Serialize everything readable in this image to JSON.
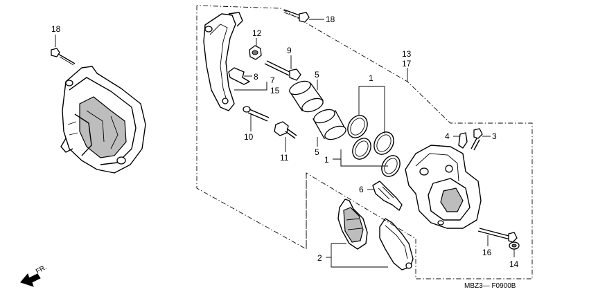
{
  "callouts": [
    {
      "id": "c18a",
      "text": "18"
    },
    {
      "id": "c18b",
      "text": "18"
    },
    {
      "id": "c12",
      "text": "12"
    },
    {
      "id": "c9",
      "text": "9"
    },
    {
      "id": "c8",
      "text": "8"
    },
    {
      "id": "c7",
      "text": "7"
    },
    {
      "id": "c15",
      "text": "15"
    },
    {
      "id": "c5a",
      "text": "5"
    },
    {
      "id": "c5b",
      "text": "5"
    },
    {
      "id": "c1a",
      "text": "1"
    },
    {
      "id": "c1b",
      "text": "1"
    },
    {
      "id": "c10",
      "text": "10"
    },
    {
      "id": "c11",
      "text": "11"
    },
    {
      "id": "c13",
      "text": "13"
    },
    {
      "id": "c17",
      "text": "17"
    },
    {
      "id": "c4",
      "text": "4"
    },
    {
      "id": "c3",
      "text": "3"
    },
    {
      "id": "c6",
      "text": "6"
    },
    {
      "id": "c2",
      "text": "2"
    },
    {
      "id": "c16",
      "text": "16"
    },
    {
      "id": "c14",
      "text": "14"
    }
  ],
  "direction_label": "FR.",
  "diagram_code": "MBZ3— F0900B"
}
